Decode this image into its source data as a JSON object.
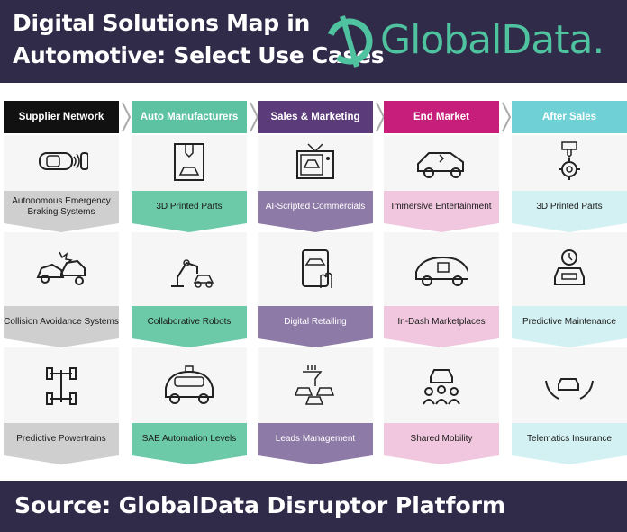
{
  "header": {
    "title_line1": "Digital Solutions Map in",
    "title_line2": "Automotive: Select Use Cases",
    "logo_text": "GlobalData."
  },
  "footer": {
    "source": "Source: GlobalData Disruptor Platform"
  },
  "colors": {
    "header_bg": "#2f2b48",
    "logo": "#4fc3a0",
    "supplier": "#111111",
    "auto": "#5cc2a2",
    "sales": "#5b3b7a",
    "endmarket": "#c81e7b",
    "aftersales": "#6fd0d6"
  },
  "columns": [
    {
      "header": "Supplier Network",
      "use_cases": [
        "Autonomous Emergency Braking Systems",
        "Collision Avoidance Systems",
        "Predictive Powertrains"
      ],
      "icons": [
        "car-sensor-icon",
        "car-collision-icon",
        "axle-icon"
      ]
    },
    {
      "header": "Auto Manufacturers",
      "use_cases": [
        "3D Printed Parts",
        "Collaborative Robots",
        "SAE Automation Levels"
      ],
      "icons": [
        "3d-printer-car-icon",
        "robot-arm-icon",
        "autonomous-car-icon"
      ]
    },
    {
      "header": "Sales & Marketing",
      "use_cases": [
        "AI-Scripted Commercials",
        "Digital Retailing",
        "Leads Management"
      ],
      "icons": [
        "tv-car-icon",
        "tablet-car-icon",
        "car-funnel-icon"
      ]
    },
    {
      "header": "End Market",
      "use_cases": [
        "Immersive Entertainment",
        "In-Dash Marketplaces",
        "Shared Mobility"
      ],
      "icons": [
        "car-passenger-icon",
        "car-dashboard-icon",
        "car-people-icon"
      ]
    },
    {
      "header": "After Sales",
      "use_cases": [
        "3D Printed Parts",
        "Predictive Maintenance",
        "Telematics Insurance"
      ],
      "icons": [
        "printer-gear-icon",
        "car-clock-icon",
        "hands-car-icon"
      ]
    }
  ]
}
